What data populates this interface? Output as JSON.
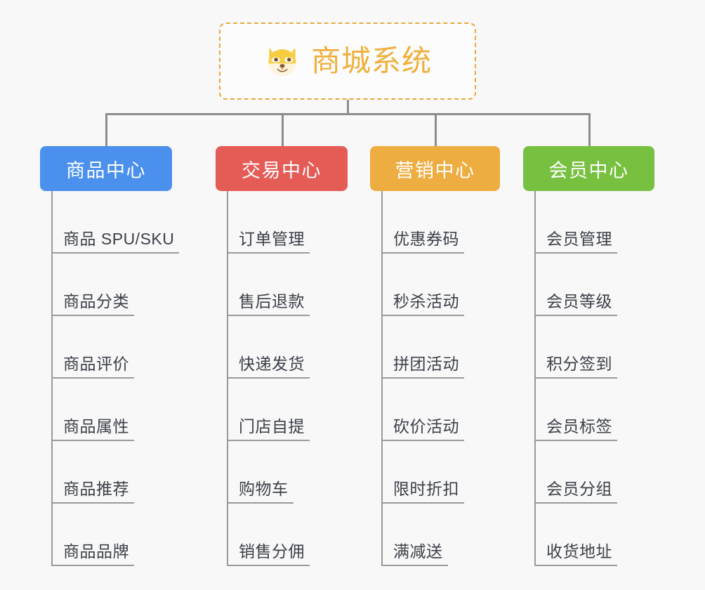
{
  "diagram": {
    "type": "org-tree",
    "background_color": "#f8f8f8",
    "root": {
      "title": "商城系统",
      "icon": "shiba-dog-face-icon",
      "text_color": "#efb03c",
      "border_color": "#e9a93a",
      "border_style": "dashed"
    },
    "connector_color": "#8d8d8d",
    "branches": [
      {
        "label": "商品中心",
        "color": "#4a90ec",
        "items": [
          "商品 SPU/SKU",
          "商品分类",
          "商品评价",
          "商品属性",
          "商品推荐",
          "商品品牌"
        ]
      },
      {
        "label": "交易中心",
        "color": "#e55c57",
        "items": [
          "订单管理",
          "售后退款",
          "快递发货",
          "门店自提",
          "购物车",
          "销售分佣"
        ]
      },
      {
        "label": "营销中心",
        "color": "#eead41",
        "items": [
          "优惠券码",
          "秒杀活动",
          "拼团活动",
          "砍价活动",
          "限时折扣",
          "满减送"
        ]
      },
      {
        "label": "会员中心",
        "color": "#77c040",
        "items": [
          "会员管理",
          "会员等级",
          "积分签到",
          "会员标签",
          "会员分组",
          "收货地址"
        ]
      }
    ]
  }
}
